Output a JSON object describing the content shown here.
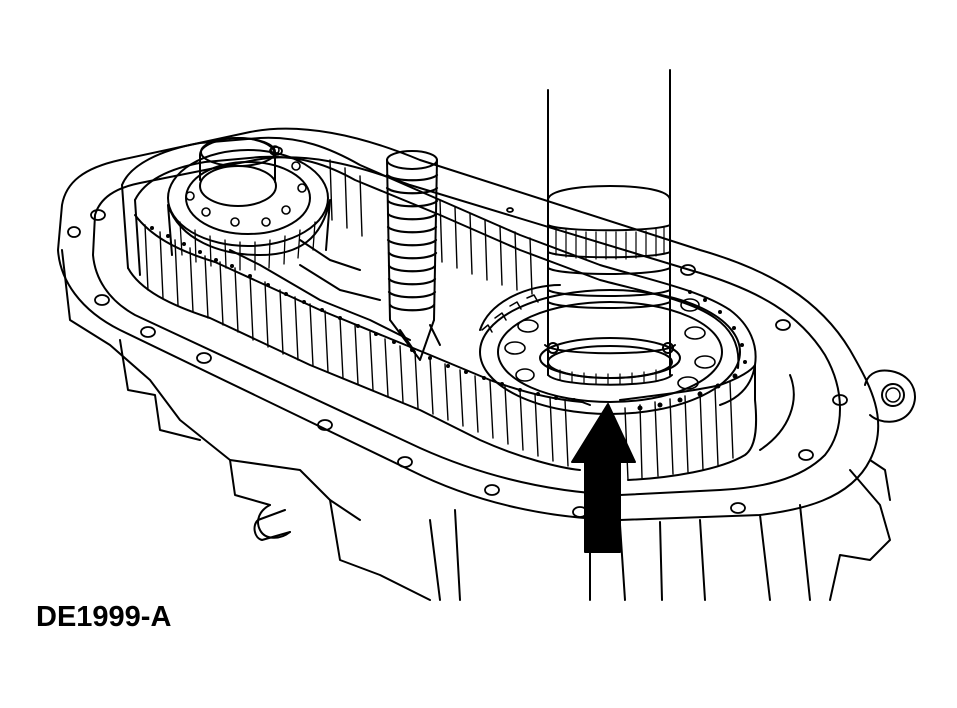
{
  "figure": {
    "caption": "DE1999-A"
  },
  "colors": {
    "line": "#000000",
    "background": "#ffffff"
  },
  "parts": [
    "transfer-case-housing",
    "drive-chain",
    "front-output-sprocket",
    "rear-output-shaft",
    "mainshaft-sprocket",
    "shift-rail-spring",
    "vent-tube",
    "removal-direction-arrow"
  ]
}
